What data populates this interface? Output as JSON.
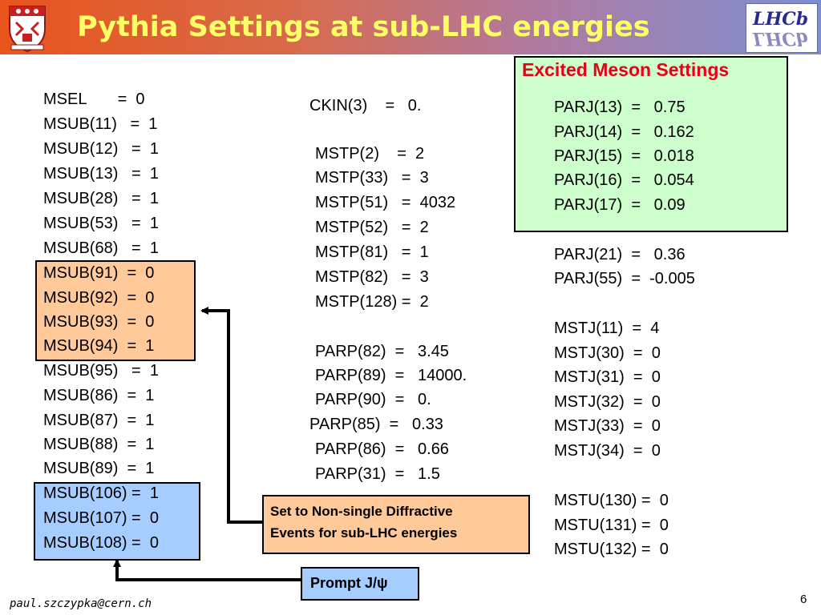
{
  "title": "Pythia Settings at sub-LHC energies",
  "logo_right_text": "LHCb",
  "column1": [
    "MSEL       =  0",
    "MSUB(11)   =  1",
    "MSUB(12)   =  1",
    "MSUB(13)   =  1",
    "MSUB(28)   =  1",
    "MSUB(53)   =  1",
    "MSUB(68)   =  1",
    "MSUB(91)  =  0",
    "MSUB(92)  =  0",
    "MSUB(93)  =  0",
    "MSUB(94)  =  1",
    "MSUB(95)   =  1",
    "MSUB(86)  =  1",
    "MSUB(87)  =  1",
    "MSUB(88)  =  1",
    "MSUB(89)  =  1",
    "MSUB(106) =  1",
    "MSUB(107) =  0",
    "MSUB(108) =  0"
  ],
  "column2": {
    "ckin": "CKIN(3)    =   0.",
    "mstp": [
      "MSTP(2)    =  2",
      "MSTP(33)   =  3",
      "MSTP(51)   =  4032",
      "MSTP(52)   =  2",
      "MSTP(81)   =  1",
      "MSTP(82)   =  3",
      "MSTP(128) =  2"
    ],
    "parp": [
      "PARP(82)  =   3.45",
      "PARP(89)  =   14000.",
      "PARP(90)  =   0.",
      "PARP(85)  =   0.33",
      "PARP(86)  =   0.66",
      "PARP(31)  =   1.5"
    ]
  },
  "excited_meson": {
    "title": "Excited Meson Settings",
    "items": [
      "PARJ(13)  =   0.75",
      "PARJ(14)  =   0.162",
      "PARJ(15)  =   0.018",
      "PARJ(16)  =   0.054",
      "PARJ(17)  =   0.09"
    ]
  },
  "column3": {
    "parj": [
      "PARJ(21)  =   0.36",
      "PARJ(55)  =  -0.005"
    ],
    "mstj": [
      "MSTJ(11)  =  4",
      "MSTJ(30)  =  0",
      "MSTJ(31)  =  0",
      "MSTJ(32)  =  0",
      "MSTJ(33)  =  0",
      "MSTJ(34)  =  0"
    ],
    "mstu": [
      "MSTU(130) =  0",
      "MSTU(131) =  0",
      "MSTU(132) =  0"
    ]
  },
  "callout": {
    "line1": "Set to Non-single Diffractive",
    "line2": "Events for sub-LHC energies"
  },
  "prompt_label": "Prompt J/ψ",
  "footer_email": "paul.szczypka@cern.ch",
  "page_number": "6"
}
